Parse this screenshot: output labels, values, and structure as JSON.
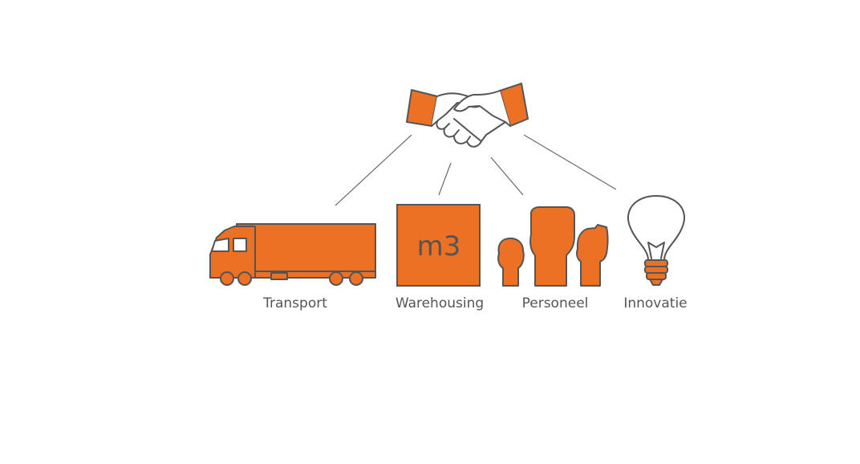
{
  "colors": {
    "accent": "#EC7125",
    "outline": "#555555",
    "connector": "#6b6b6b",
    "background": "#ffffff"
  },
  "hub": {
    "icon": "handshake-icon"
  },
  "items": [
    {
      "icon": "truck-icon",
      "label": "Transport"
    },
    {
      "icon": "box-icon",
      "label": "Warehousing",
      "badge": "m3"
    },
    {
      "icon": "people-icon",
      "label": "Personeel"
    },
    {
      "icon": "lightbulb-icon",
      "label": "Innovatie"
    }
  ]
}
